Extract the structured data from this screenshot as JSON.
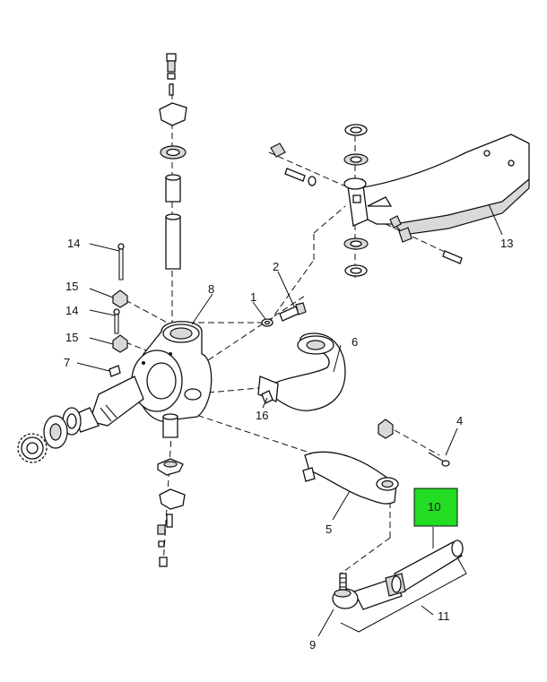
{
  "callouts": [
    {
      "id": "c1",
      "label": "1"
    },
    {
      "id": "c2",
      "label": "2"
    },
    {
      "id": "c4",
      "label": "4"
    },
    {
      "id": "c5",
      "label": "5"
    },
    {
      "id": "c6",
      "label": "6"
    },
    {
      "id": "c7",
      "label": "7"
    },
    {
      "id": "c8",
      "label": "8"
    },
    {
      "id": "c9",
      "label": "9"
    },
    {
      "id": "c10",
      "label": "10"
    },
    {
      "id": "c11",
      "label": "11"
    },
    {
      "id": "c13",
      "label": "13"
    },
    {
      "id": "c14a",
      "label": "14"
    },
    {
      "id": "c14b",
      "label": "14"
    },
    {
      "id": "c15a",
      "label": "15"
    },
    {
      "id": "c15b",
      "label": "15"
    },
    {
      "id": "c16",
      "label": "16"
    }
  ],
  "highlight": {
    "callout": "10",
    "color": "#22dd22"
  }
}
